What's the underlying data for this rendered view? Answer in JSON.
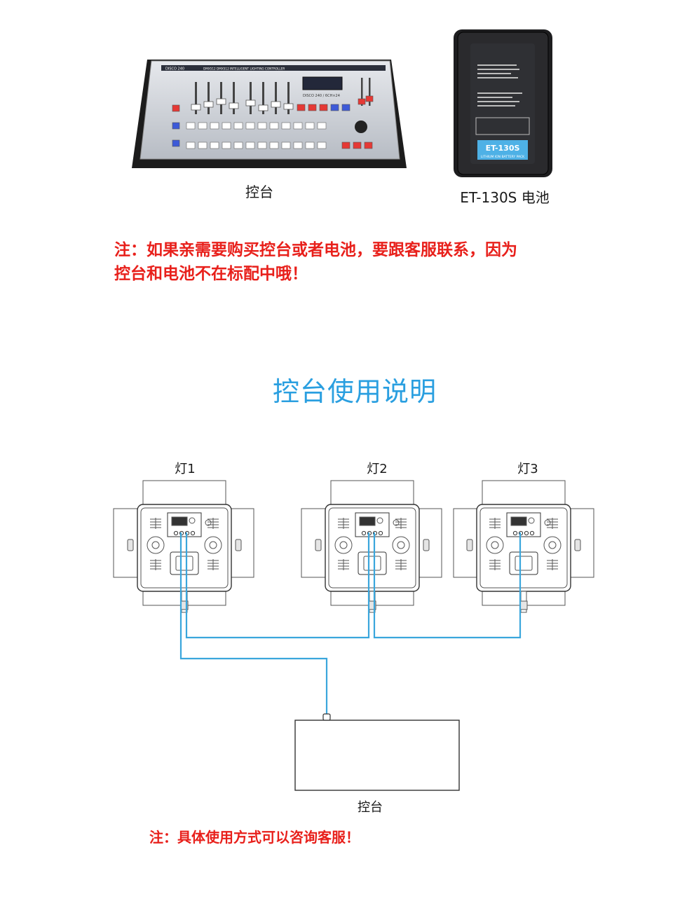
{
  "products": {
    "console": {
      "caption": "控台",
      "brand": "DISCO 240",
      "subtitle": "DMX512 DMX512 INTELLIGENT LIGHTING CONTROLLER",
      "display_text": "DISCO 240 / 6CH×24"
    },
    "battery": {
      "caption": "ET-130S 电池",
      "model": "ET-130S",
      "pack_text": "LITHIUM ION BATTERY PACK"
    }
  },
  "note_top": {
    "line1": "注：如果亲需要购买控台或者电池，要跟客服联系，因为",
    "line2": "控台和电池不在标配中哦！"
  },
  "section_title": "控台使用说明",
  "diagram": {
    "lamps": [
      {
        "label": "灯1"
      },
      {
        "label": "灯2"
      },
      {
        "label": "灯3"
      }
    ],
    "controller_label": "控台"
  },
  "note_bottom": "注：具体使用方式可以咨询客服！",
  "colors": {
    "note": "#e8201b",
    "title": "#2a9fe0",
    "cable": "#3aa6dc",
    "line": "#333333"
  }
}
